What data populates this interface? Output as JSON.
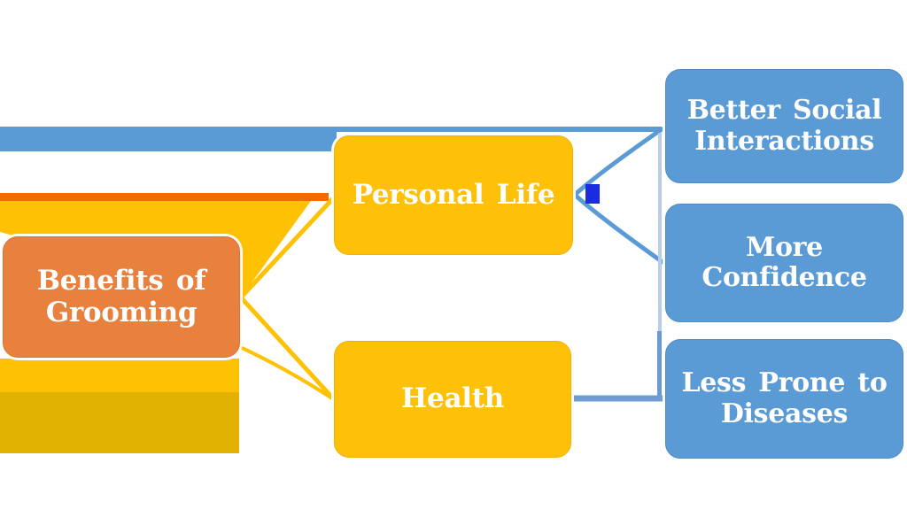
{
  "diagram": {
    "description": "Benefits of Grooming hierarchy diagram",
    "background_color": "#FFFFFF",
    "text_color": "#FFFFFF",
    "nodes": [
      {
        "id": "benefits-of-grooming",
        "label": "Benefits of Grooming",
        "lines": [
          "Benefits of",
          "Grooming"
        ],
        "role": "root",
        "fill": "#E8803E"
      },
      {
        "id": "personal-life",
        "label": "Personal Life",
        "lines": [
          "Personal Life"
        ],
        "role": "category",
        "fill": "#FFC008"
      },
      {
        "id": "health",
        "label": "Health",
        "lines": [
          "Health"
        ],
        "role": "category",
        "fill": "#FFC008"
      },
      {
        "id": "better-social-interactions",
        "label": "Better Social Interactions",
        "lines": [
          "Better Social",
          "Interactions"
        ],
        "role": "benefit",
        "fill": "#5B9BD5"
      },
      {
        "id": "more-confidence",
        "label": "More Confidence",
        "lines": [
          "More",
          "Confidence"
        ],
        "role": "benefit",
        "fill": "#5B9BD5"
      },
      {
        "id": "less-prone-to-diseases",
        "label": "Less Prone to Diseases",
        "lines": [
          "Less Prone to",
          "Diseases"
        ],
        "role": "benefit",
        "fill": "#5B9BD5"
      }
    ],
    "edges": [
      {
        "from": "benefits-of-grooming",
        "to": "personal-life",
        "color": "#FFC103"
      },
      {
        "from": "benefits-of-grooming",
        "to": "health",
        "color": "#FFC103"
      },
      {
        "from": "personal-life",
        "to": "better-social-interactions",
        "color": "#5B9BD5"
      },
      {
        "from": "personal-life",
        "to": "more-confidence",
        "color": "#5B9BD5"
      },
      {
        "from": "health",
        "to": "less-prone-to-diseases",
        "color": "#6D9DD4"
      }
    ],
    "connector_colors": {
      "blue_bar": "#5B9BD5",
      "blue_thin_line": "#5B9BD5",
      "orange_line": "#F26B00",
      "amber_band": "#FFC103",
      "yellow_band": "#FFC103",
      "mustard_band": "#E2B203",
      "vertical_distributor_line": "#B9CDE8",
      "health_connector_line": "#6D9DD4",
      "accent_square": "#1B2BE0"
    }
  }
}
